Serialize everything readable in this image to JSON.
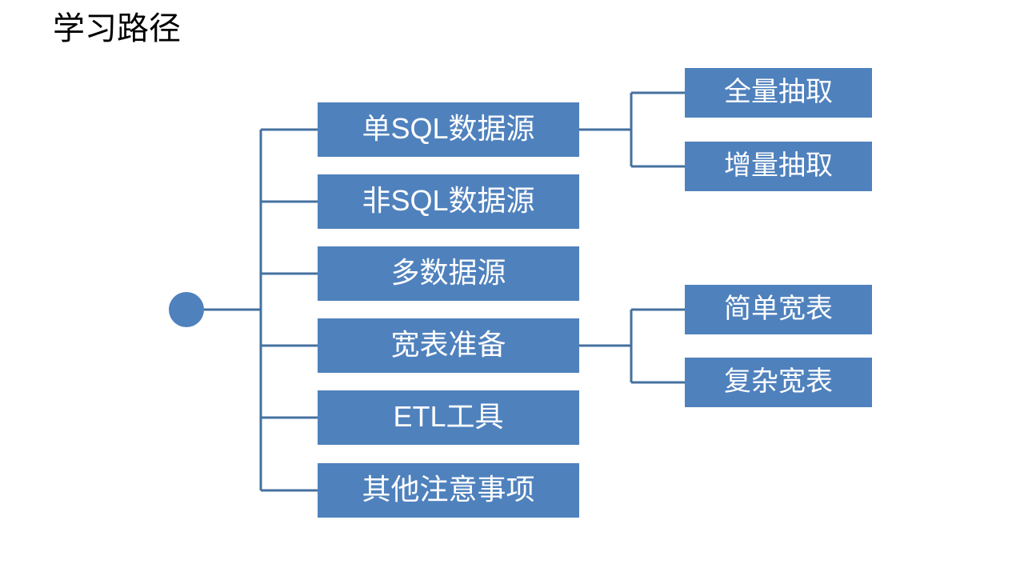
{
  "slide": {
    "title": "学习路径",
    "background_color": "#FFFFFF",
    "node_fill_color": "#4F81BD",
    "node_text_color": "#FFFFFF",
    "connector_color": "#44719F",
    "title_color": "#000000"
  },
  "diagram": {
    "type": "horizontal-tree",
    "root": {
      "shape": "circle",
      "label": ""
    },
    "branches": [
      {
        "label": "单SQL数据源",
        "children": [
          {
            "label": "全量抽取"
          },
          {
            "label": "增量抽取"
          }
        ]
      },
      {
        "label": "非SQL数据源",
        "children": []
      },
      {
        "label": "多数据源",
        "children": []
      },
      {
        "label": "宽表准备",
        "children": [
          {
            "label": "简单宽表"
          },
          {
            "label": "复杂宽表"
          }
        ]
      },
      {
        "label": "ETL工具",
        "children": []
      },
      {
        "label": "其他注意事项",
        "children": []
      }
    ]
  }
}
